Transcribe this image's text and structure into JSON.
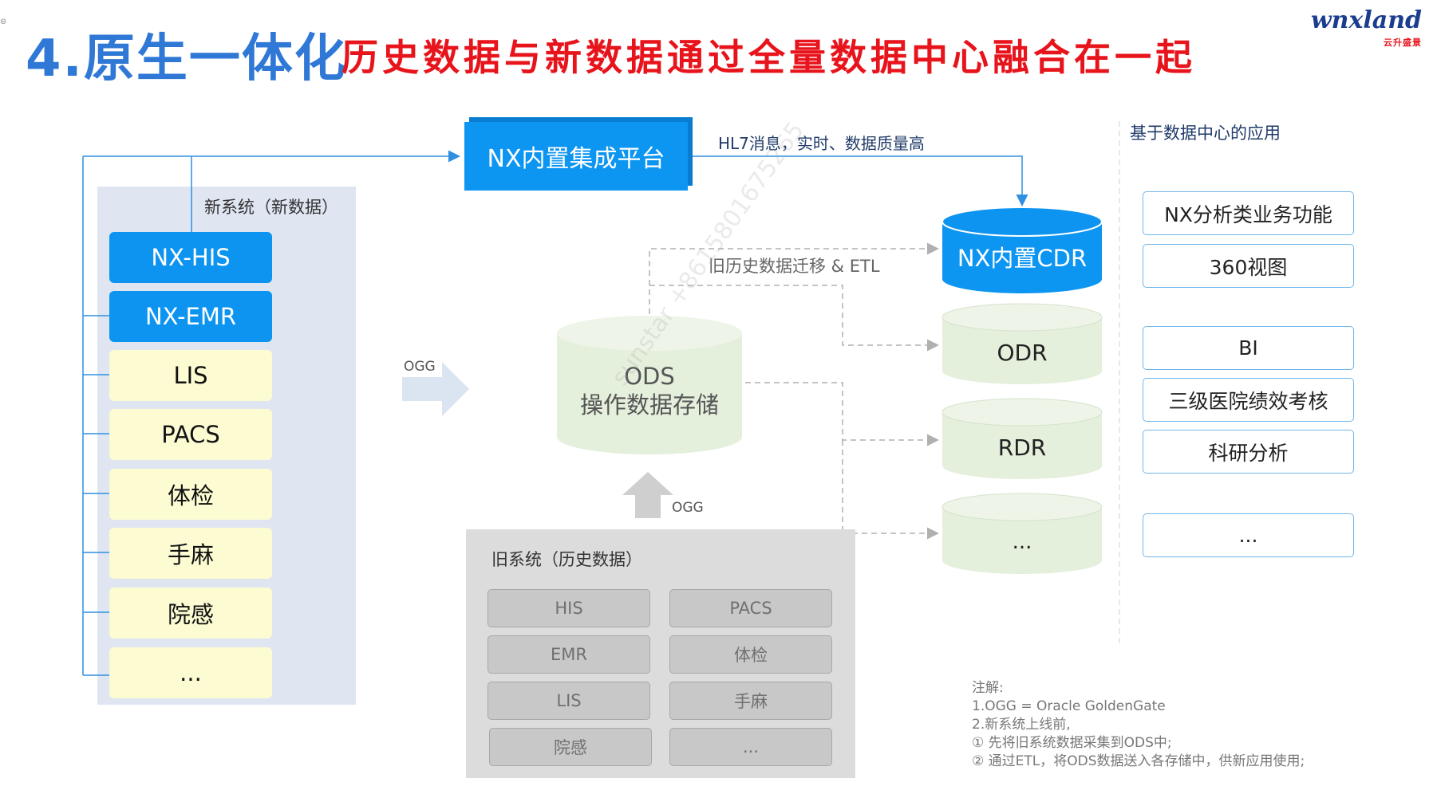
{
  "header": {
    "title": "4.原生一体化",
    "subtitle": "历史数据与新数据通过全量数据中心融合在一起",
    "logo_text": "wnxland",
    "logo_sub": "云升盛景"
  },
  "new_systems": {
    "label": "新系统（新数据）",
    "items": [
      {
        "label": "NX-HIS",
        "style": "blue"
      },
      {
        "label": "NX-EMR",
        "style": "blue"
      },
      {
        "label": "LIS",
        "style": "yellow"
      },
      {
        "label": "PACS",
        "style": "yellow"
      },
      {
        "label": "体检",
        "style": "yellow"
      },
      {
        "label": "手麻",
        "style": "yellow"
      },
      {
        "label": "院感",
        "style": "yellow"
      },
      {
        "label": "...",
        "style": "yellow"
      }
    ]
  },
  "platform": {
    "label": "NX内置集成平台"
  },
  "connectors": {
    "hl7": "HL7消息，实时、数据质量高",
    "etl": "旧历史数据迁移 & ETL",
    "ogg_left": "OGG",
    "ogg_bottom": "OGG"
  },
  "ods": {
    "line1": "ODS",
    "line2": "操作数据存储"
  },
  "stores": {
    "cdr": "NX内置CDR",
    "odr": "ODR",
    "rdr": "RDR",
    "more": "..."
  },
  "applications": {
    "title": "基于数据中心的应用",
    "items": [
      "NX分析类业务功能",
      "360视图",
      "BI",
      "三级医院绩效考核",
      "科研分析",
      "..."
    ]
  },
  "old_systems": {
    "label": "旧系统（历史数据）",
    "items": [
      "HIS",
      "PACS",
      "EMR",
      "体检",
      "LIS",
      "手麻",
      "院感",
      "..."
    ]
  },
  "notes": {
    "lines": [
      "注解:",
      "1.OGG = Oracle GoldenGate",
      "2.新系统上线前,",
      "① 先将旧系统数据采集到ODS中;",
      "② 通过ETL，将ODS数据送入各存储中，供新应用使用;"
    ]
  },
  "watermark": "sunstar +8615801675265",
  "colors": {
    "title_blue": "#2f78d6",
    "subtitle_red": "#e8141c",
    "primary_blue": "#0d94f0",
    "system_yellow": "#fcfbd2",
    "store_green": "#e4efdc"
  }
}
